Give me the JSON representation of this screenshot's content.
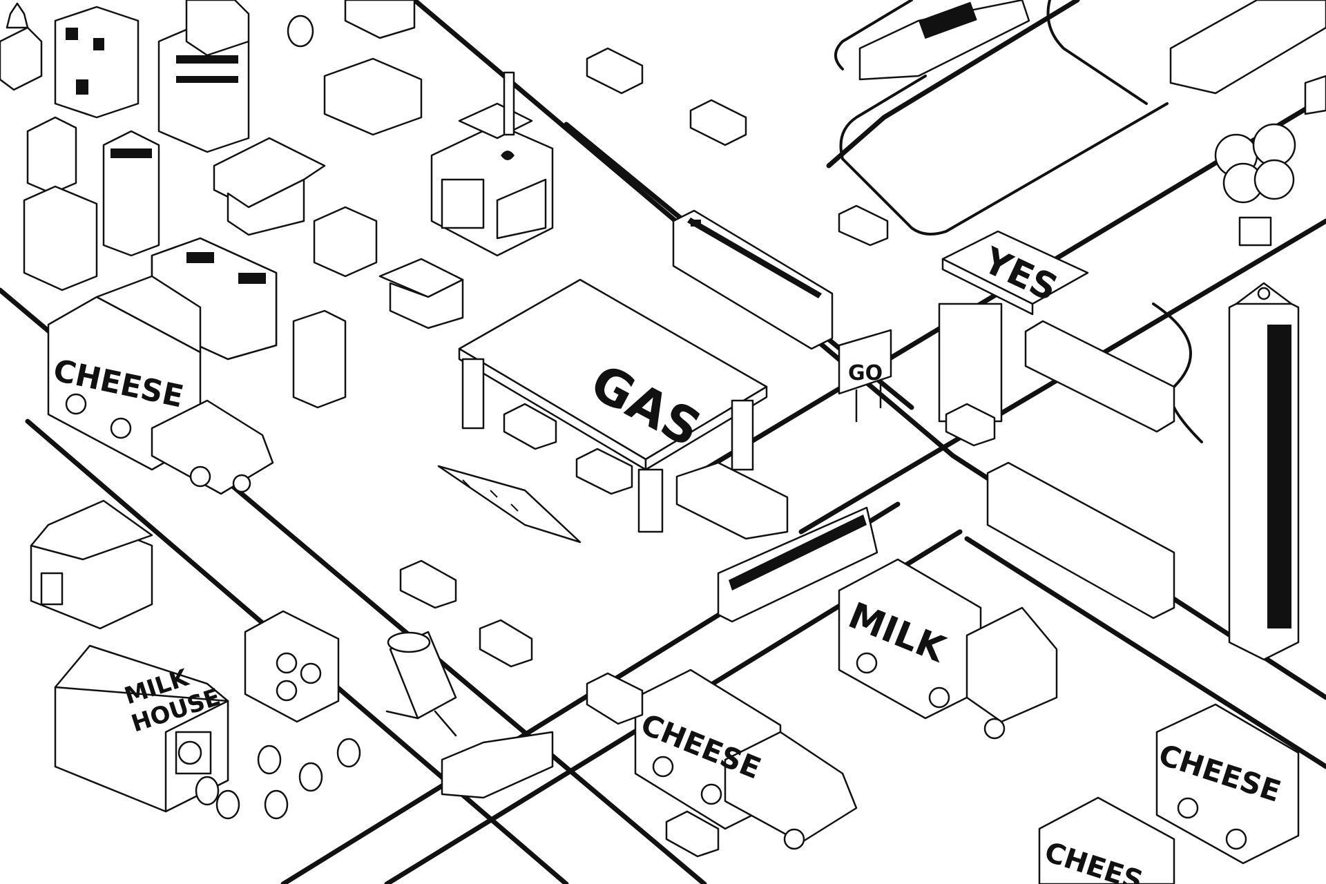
{
  "scene": {
    "labels": {
      "cheese_truck_left": "CHEESE",
      "cheese_truck_center": "CHEESE",
      "cheese_truck_right": "CHEESE",
      "cheese_truck_partial": "CHEES",
      "milk_truck": "MILK",
      "milk_house_line1": "MILK",
      "milk_house_line2": "HOUSE",
      "gas_station": "GAS",
      "yes_sign": "YES",
      "go_sign": "GO"
    },
    "colors": {
      "ink": "#111111",
      "paper": "#ffffff"
    }
  }
}
